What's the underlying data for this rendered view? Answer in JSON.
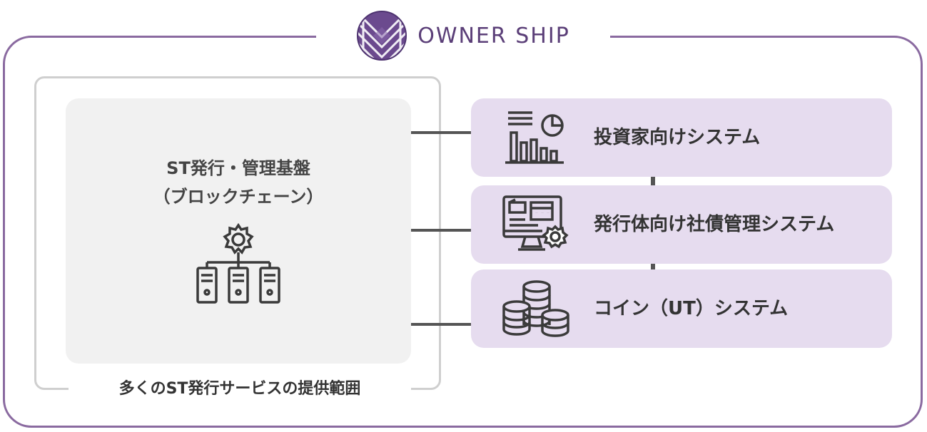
{
  "brand": {
    "name": "OWNER SHIP",
    "logo_icon": "globe-logo-icon"
  },
  "platform": {
    "title": "ST発行・管理基盤",
    "subtitle": "（ブロックチェーン）",
    "icon": "blockchain-servers-icon"
  },
  "scope_label": "多くのST発行サービスの提供範囲",
  "systems": [
    {
      "label": "投資家向けシステム",
      "icon": "investor-chart-icon"
    },
    {
      "label": "発行体向け社債管理システム",
      "icon": "issuer-monitor-icon"
    },
    {
      "label": "コイン（UT）システム",
      "icon": "coin-stack-icon"
    }
  ],
  "colors": {
    "frame": "#8a6aa0",
    "brand_text": "#5b3f78",
    "system_card": "#e6dcef",
    "platform_card": "#f1f1f1",
    "scope_border": "#cfcfcf",
    "connector": "#555555"
  }
}
